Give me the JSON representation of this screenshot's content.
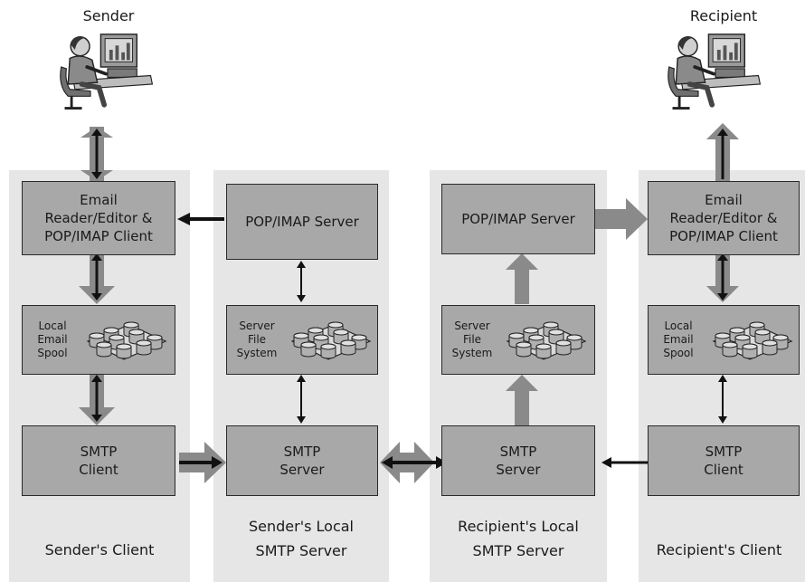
{
  "people": {
    "sender": "Sender",
    "recipient": "Recipient"
  },
  "columns": {
    "senders_client": "Sender's Client",
    "senders_server": "Sender's Local\nSMTP Server",
    "recipients_server": "Recipient's Local\nSMTP Server",
    "recipients_client": "Recipient's Client"
  },
  "boxes": {
    "sender_email_reader": "Email\nReader/Editor &\nPOP/IMAP Client",
    "sender_local_spool": "Local\nEmail\nSpool",
    "sender_smtp_client": "SMTP\nClient",
    "s_pop_imap_server": "POP/IMAP Server",
    "s_server_file_system": "Server\nFile\nSystem",
    "s_smtp_server": "SMTP\nServer",
    "r_pop_imap_server": "POP/IMAP Server",
    "r_server_file_system": "Server\nFile\nSystem",
    "r_smtp_server": "SMTP\nServer",
    "recipient_email_reader": "Email\nReader/Editor &\nPOP/IMAP Client",
    "recipient_local_spool": "Local\nEmail\nSpool",
    "recipient_smtp_client": "SMTP\nClient"
  },
  "colors": {
    "column_bg": "#e6e6e6",
    "box_fill": "#a8a8a8",
    "gray_arrow": "#8a8a8a",
    "black_arrow": "#111111"
  },
  "icons": [
    "person-at-computer-icon",
    "database-stack-icon"
  ]
}
